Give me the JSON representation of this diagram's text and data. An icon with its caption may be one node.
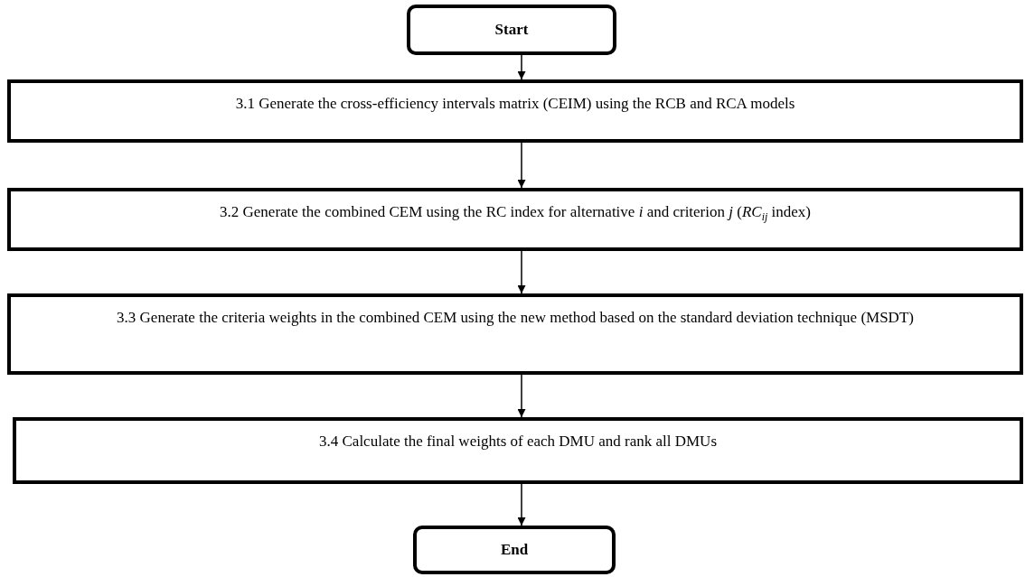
{
  "diagram": {
    "nodes": [
      {
        "text": [
          "Start"
        ]
      },
      {
        "text": [
          "3.1 Generate the cross-efficiency intervals matrix (CEIM) using the RCB and RCA models"
        ]
      },
      {
        "text": [
          "3.2 Generate the combined CEM using the RC index for alternative *i* and criterion *j* (*RC*$_{ij}$ index)"
        ]
      },
      {
        "text": [
          "3.3 Generate the criteria weights in the combined CEM using the new method based on the standard deviation technique (MSDT)"
        ]
      },
      {
        "text": [
          "3.4 Calculate the final weights of each DMU and rank all DMUs"
        ]
      },
      {
        "text": [
          "End"
        ]
      }
    ],
    "edges": [
      {
        "from": 0,
        "to": 1,
        "arrow": "to"
      },
      {
        "from": 1,
        "to": 2,
        "arrow": "to"
      },
      {
        "from": 2,
        "to": 3,
        "arrow": "to"
      },
      {
        "from": 3,
        "to": 4,
        "arrow": "to"
      },
      {
        "from": 4,
        "to": 5,
        "arrow": "to"
      }
    ]
  }
}
